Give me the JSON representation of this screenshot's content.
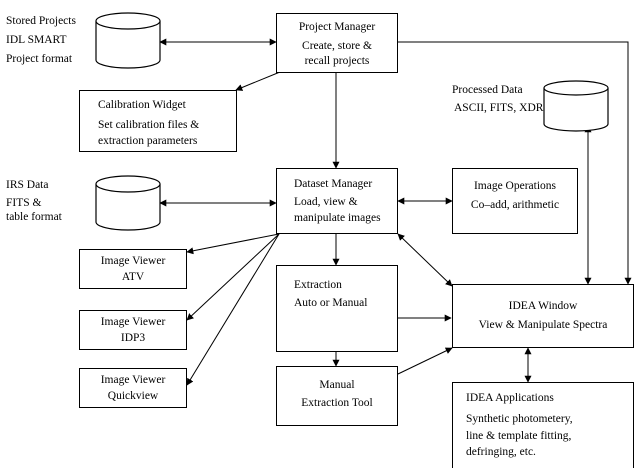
{
  "stored_projects": {
    "lines": [
      "Stored Projects",
      "IDL SMART",
      "Project format"
    ]
  },
  "project_manager": {
    "title": "Project Manager",
    "lines": [
      "Create, store &",
      "recall projects"
    ]
  },
  "processed_data": {
    "title": "Processed Data",
    "formats": "ASCII, FITS, XDR"
  },
  "calibration_widget": {
    "title": "Calibration Widget",
    "lines": [
      "Set calibration files &",
      "extraction parameters"
    ]
  },
  "irs_data": {
    "lines": [
      "IRS Data",
      "FITS &",
      "table format"
    ]
  },
  "dataset_manager": {
    "title": "Dataset Manager",
    "lines": [
      "Load, view &",
      "manipulate images"
    ]
  },
  "image_operations": {
    "title": "Image Operations",
    "lines": [
      "Co–add, arithmetic"
    ]
  },
  "viewer_atv": {
    "title": "Image Viewer",
    "name": "ATV"
  },
  "viewer_idp3": {
    "title": "Image Viewer",
    "name": "IDP3"
  },
  "viewer_quickview": {
    "title": "Image Viewer",
    "name": "Quickview"
  },
  "extraction": {
    "title": "Extraction",
    "lines": [
      "Auto or Manual"
    ]
  },
  "idea_window": {
    "title": "IDEA Window",
    "lines": [
      "View & Manipulate Spectra"
    ]
  },
  "manual_extraction": {
    "lines": [
      "Manual",
      "Extraction Tool"
    ]
  },
  "idea_applications": {
    "title": "IDEA Applications",
    "lines": [
      "Synthetic photometery,",
      "line & template fitting,",
      "defringing, etc."
    ]
  }
}
